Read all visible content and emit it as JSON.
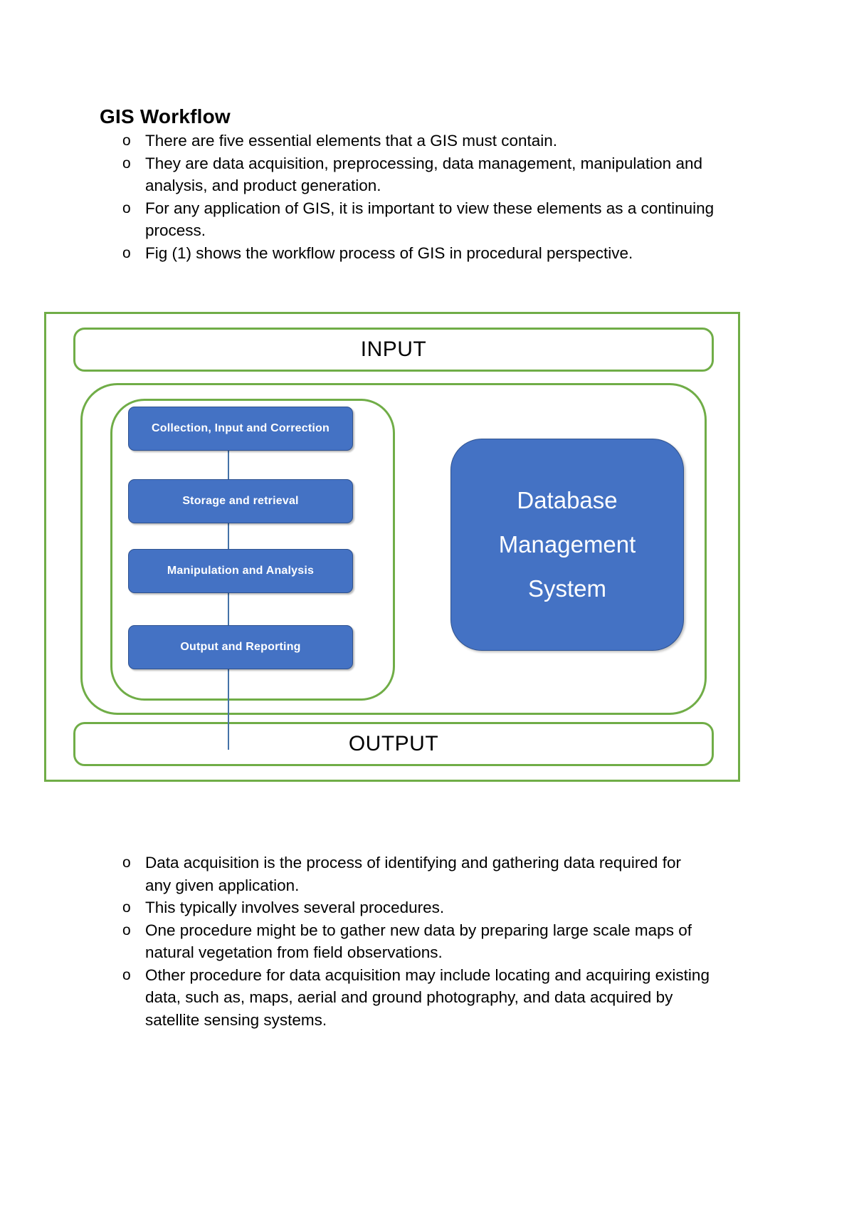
{
  "document": {
    "title": "GIS Workflow"
  },
  "intro_bullets": [
    "There are five essential elements that a GIS must contain.",
    "They are data acquisition, preprocessing, data management, manipulation and analysis, and product generation.",
    "For any application of GIS, it is important to view these elements as a continuing process.",
    "Fig (1) shows the workflow process of GIS in procedural perspective."
  ],
  "diagram": {
    "input_label": "INPUT",
    "output_label": "OUTPUT",
    "process_steps": [
      "Collection, Input and Correction",
      "Storage and retrieval",
      "Manipulation and Analysis",
      "Output and Reporting"
    ],
    "dbms_label": "Database Management System",
    "colors": {
      "frame_green": "#70ad47",
      "box_blue": "#4472c4",
      "box_blue_border": "#2f528f",
      "connector_blue": "#4472a8",
      "box_text": "#ffffff"
    }
  },
  "body_bullets": [
    "Data acquisition is the process of identifying and gathering data required for any given application.",
    "This typically involves several procedures.",
    "One procedure might be to gather new data by preparing large scale maps of natural vegetation from field observations.",
    "Other procedure for data acquisition may include locating and acquiring existing data, such as, maps, aerial and ground photography, and data acquired by satellite sensing systems."
  ],
  "bullet_marker": "o"
}
